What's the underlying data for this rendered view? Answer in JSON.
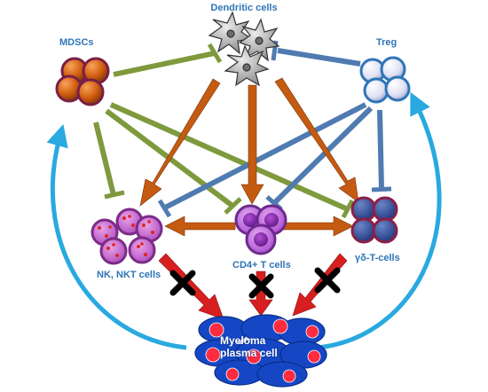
{
  "labels": {
    "dendritic": "Dendritic cells",
    "mdscs": "MDSCs",
    "treg": "Treg",
    "nk": "NK, NKT cells",
    "cd4": "CD4+ T cells",
    "gd": "γδ-T-cells",
    "myeloma_line1": "Myeloma",
    "myeloma_line2": "plasma cell"
  },
  "colors": {
    "label_blue": "#2e75b6",
    "activation_orange": "#c55a11",
    "mdsc_inhibition_green": "#7e9a3d",
    "treg_inhibition_blue": "#4f7bb0",
    "killing_red": "#d81f1f",
    "feedback_cyan": "#29a9e0",
    "myeloma_blue": "#1547c5",
    "myeloma_nucleus": "#ff2b3f"
  }
}
